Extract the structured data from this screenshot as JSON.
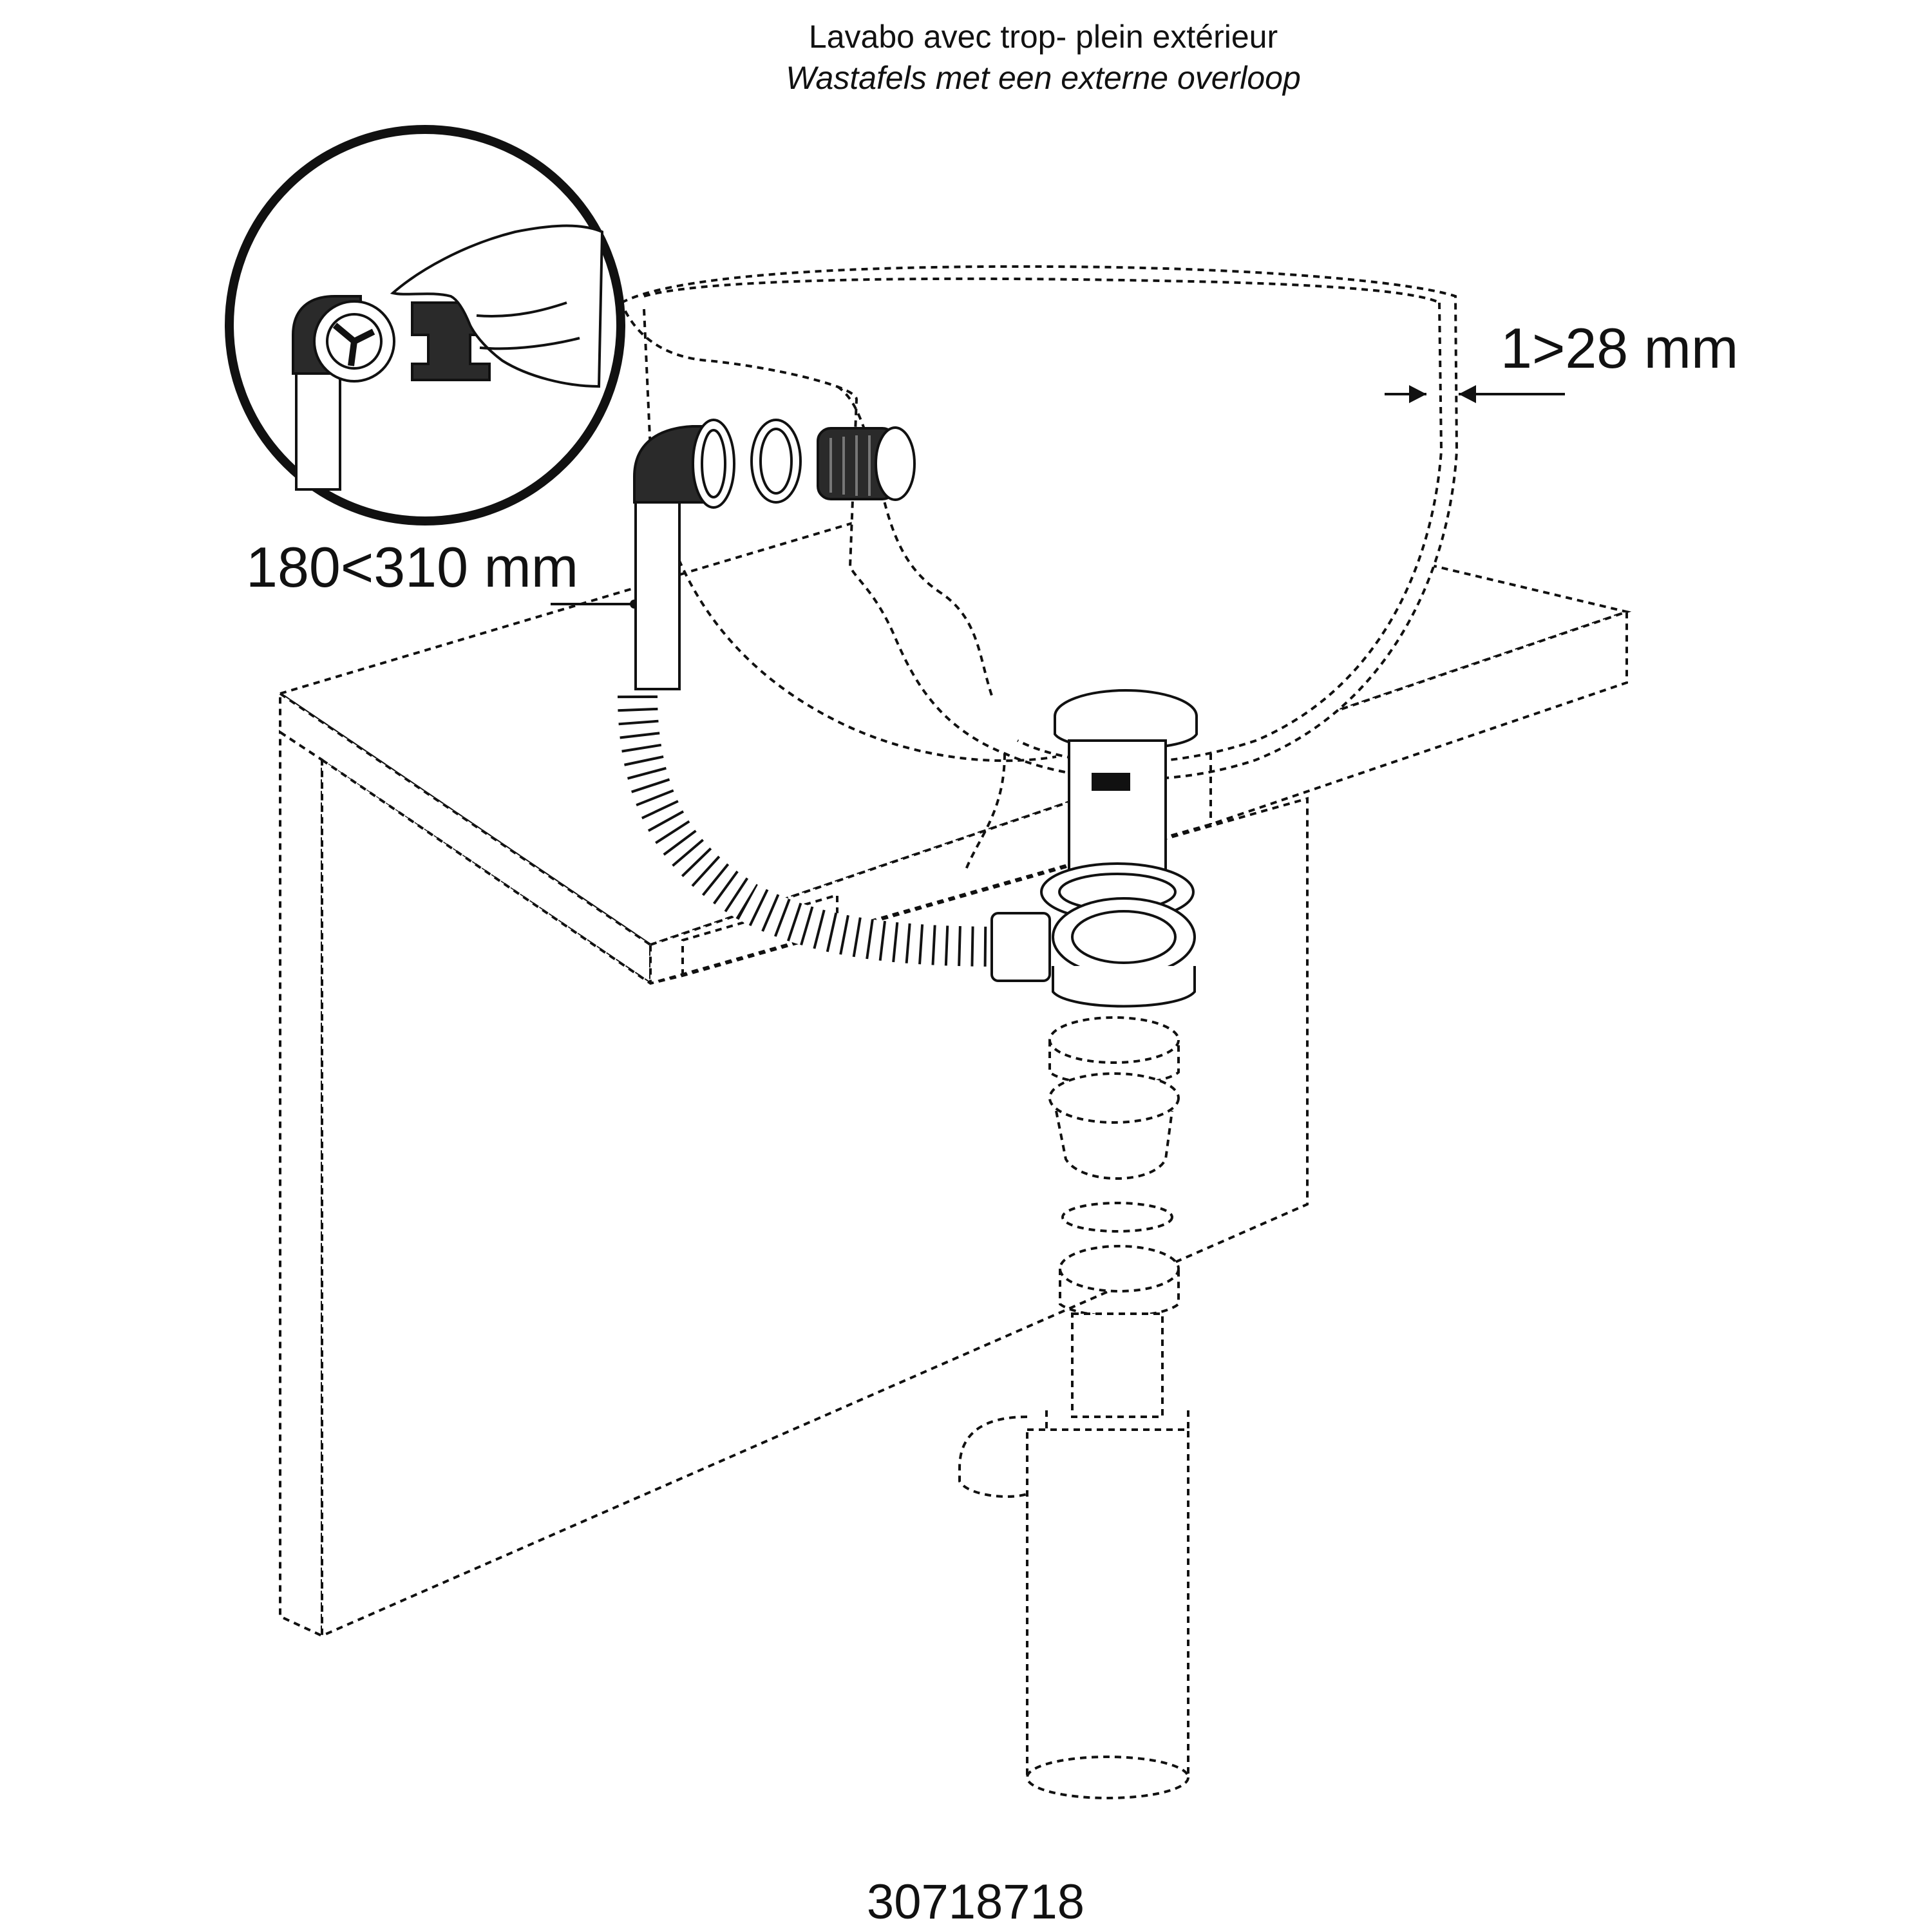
{
  "title": {
    "line_fr": "Lavabo avec trop-   plein extérieur",
    "line_nl": "Wastafels met een externe overloop"
  },
  "dimensions": {
    "wall_thickness": "1>28 mm",
    "overflow_length": "180<310 mm"
  },
  "reference": "30718718"
}
